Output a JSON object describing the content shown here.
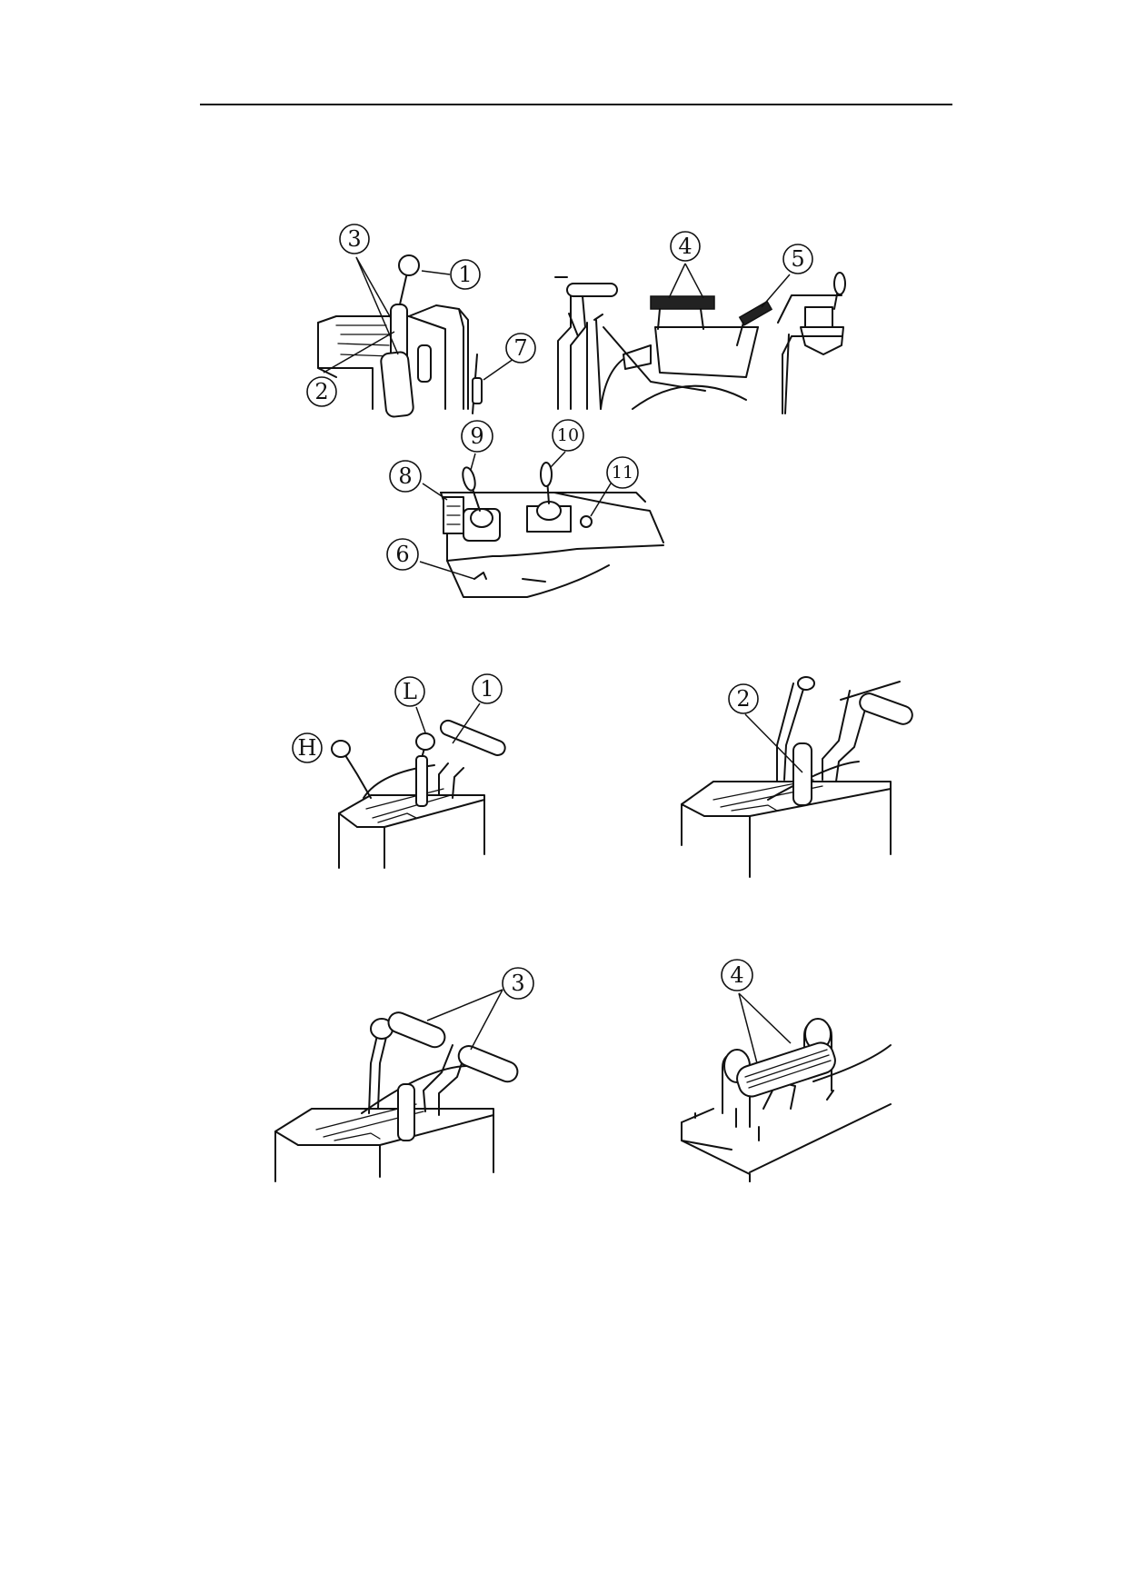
{
  "page": {
    "width": 1239,
    "height": 1754
  },
  "overview": {
    "top_left_callouts": [
      "3",
      "1",
      "2",
      "7"
    ],
    "top_right_callouts": [
      "4",
      "5"
    ],
    "bottom_callouts": [
      "9",
      "10",
      "8",
      "11",
      "6"
    ]
  },
  "detail_1": {
    "callouts": [
      "L",
      "1",
      "H"
    ]
  },
  "detail_2": {
    "callouts": [
      "2"
    ]
  },
  "detail_3": {
    "callouts": [
      "3"
    ]
  },
  "detail_4": {
    "callouts": [
      "4"
    ]
  }
}
